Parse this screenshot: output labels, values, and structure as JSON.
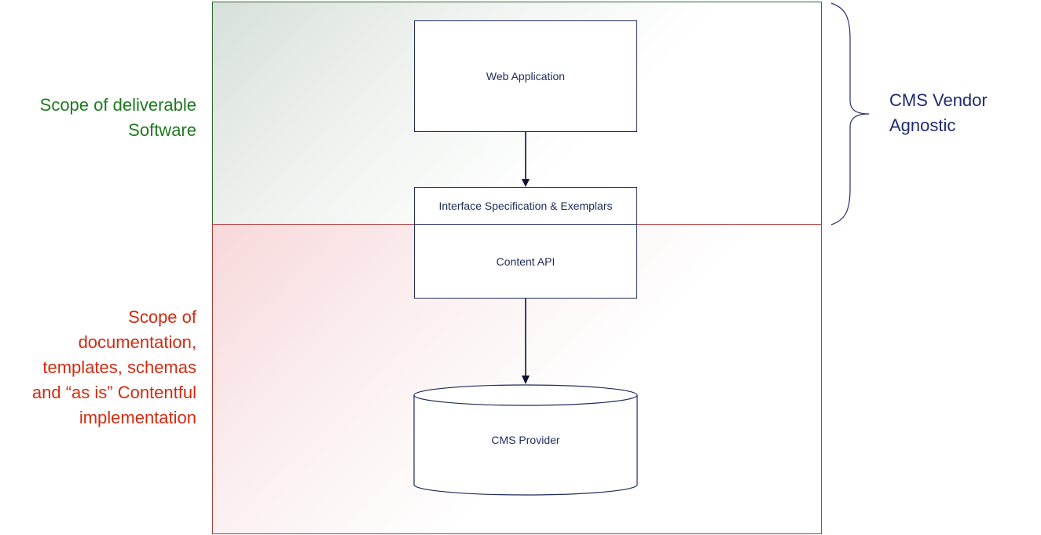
{
  "zones": {
    "deliverable": {
      "label": "Scope of deliverable\nSoftware",
      "color": "#1e7a1e"
    },
    "documentation": {
      "label": "Scope of\ndocumentation,\ntemplates, schemas\nand “as is” Contentful\nimplementation",
      "color": "#d42a10"
    }
  },
  "components": {
    "web_app": "Web Application",
    "interface_spec": "Interface Specification & Exemplars",
    "content_api": "Content API",
    "cms_provider": "CMS Provider"
  },
  "brace": {
    "label": "CMS Vendor\nAgnostic",
    "color": "#1f2a6e"
  },
  "connectors": [
    {
      "from": "Web Application",
      "to": "Interface Specification & Exemplars"
    },
    {
      "from": "Content API",
      "to": "CMS Provider"
    }
  ]
}
